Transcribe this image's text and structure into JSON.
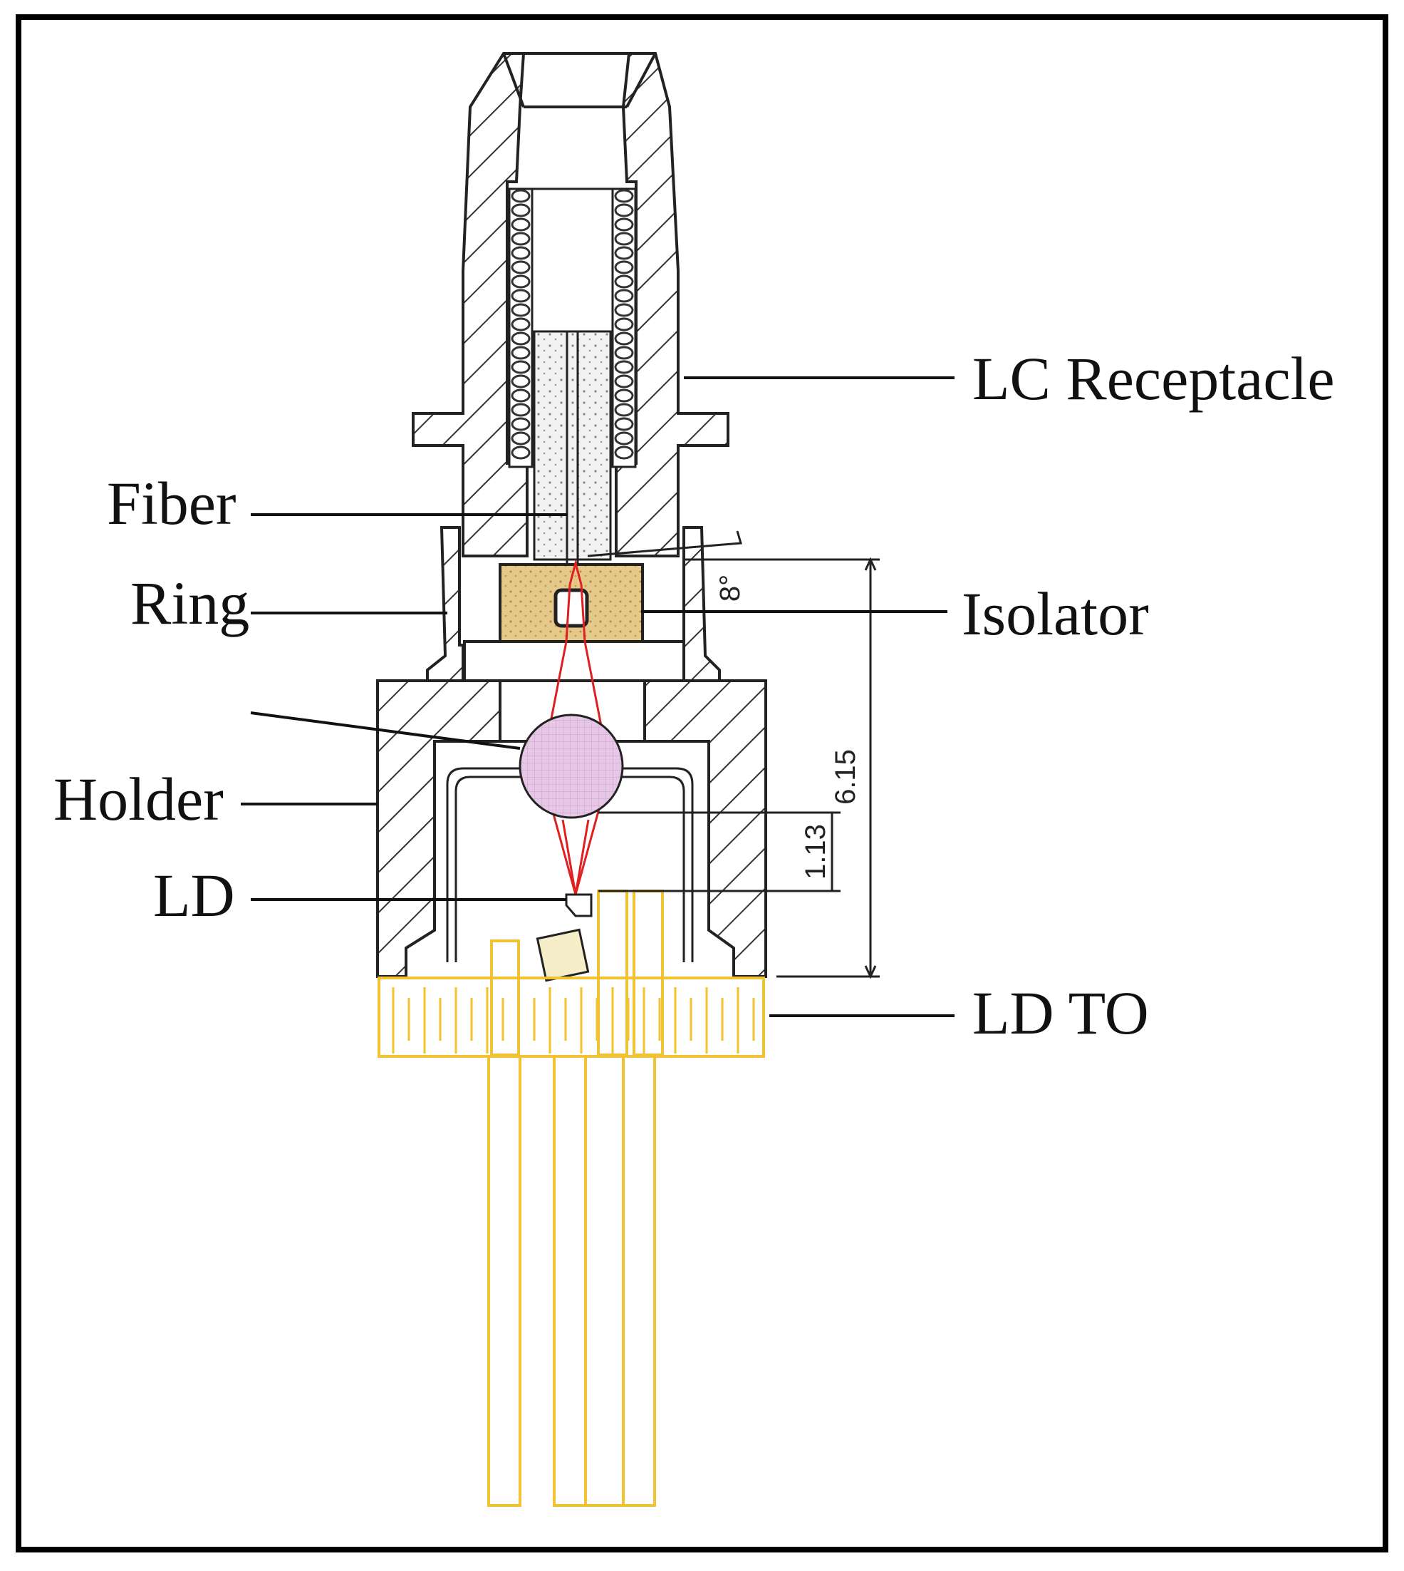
{
  "labels": {
    "lc_receptacle": "LC Receptacle",
    "fiber": "Fiber",
    "ring": "Ring",
    "isolator": "Isolator",
    "holder": "Holder",
    "ld": "LD",
    "ld_to": "LD TO"
  },
  "dimensions": {
    "height_total": "6.15",
    "height_ld": "1.13",
    "angle": "8°"
  },
  "colors": {
    "line": "#222222",
    "isolator_fill": "#e4c98a",
    "lens_fill": "#e6c8e6",
    "beam": "#e02020",
    "to_header": "#f1c232",
    "frame": "#000000"
  }
}
